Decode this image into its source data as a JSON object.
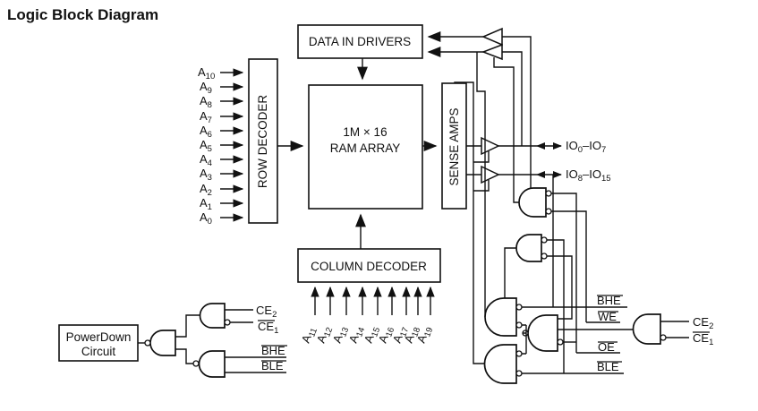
{
  "title": "Logic Block Diagram",
  "blocks": {
    "data_in_drivers": "DATA IN DRIVERS",
    "row_decoder": "ROW DECODER",
    "ram_line1": "1M × 16",
    "ram_line2": "RAM ARRAY",
    "sense_amps": "SENSE AMPS",
    "column_decoder": "COLUMN DECODER",
    "power_down_line1": "PowerDown",
    "power_down_line2": "Circuit"
  },
  "left_addresses": [
    {
      "main": "A",
      "sub": "10"
    },
    {
      "main": "A",
      "sub": "9"
    },
    {
      "main": "A",
      "sub": "8"
    },
    {
      "main": "A",
      "sub": "7"
    },
    {
      "main": "A",
      "sub": "6"
    },
    {
      "main": "A",
      "sub": "5"
    },
    {
      "main": "A",
      "sub": "4"
    },
    {
      "main": "A",
      "sub": "3"
    },
    {
      "main": "A",
      "sub": "2"
    },
    {
      "main": "A",
      "sub": "1"
    },
    {
      "main": "A",
      "sub": "0"
    }
  ],
  "column_addresses": [
    {
      "main": "A",
      "sub": "11"
    },
    {
      "main": "A",
      "sub": "12"
    },
    {
      "main": "A",
      "sub": "13"
    },
    {
      "main": "A",
      "sub": "14"
    },
    {
      "main": "A",
      "sub": "15"
    },
    {
      "main": "A",
      "sub": "16"
    },
    {
      "main": "A",
      "sub": "17"
    },
    {
      "main": "A",
      "sub": "18"
    },
    {
      "main": "A",
      "sub": "19"
    }
  ],
  "io": {
    "low": {
      "base": "IO",
      "sub1": "0",
      "mid": "–IO",
      "sub2": "7"
    },
    "high": {
      "base": "IO",
      "sub1": "8",
      "mid": "–IO",
      "sub2": "15"
    }
  },
  "signals": {
    "bhe": "BHE",
    "we": "WE",
    "oe": "OE",
    "ble": "BLE",
    "ce2": {
      "main": "CE",
      "sub": "2"
    },
    "ce1": {
      "main": "CE",
      "sub": "1"
    }
  }
}
